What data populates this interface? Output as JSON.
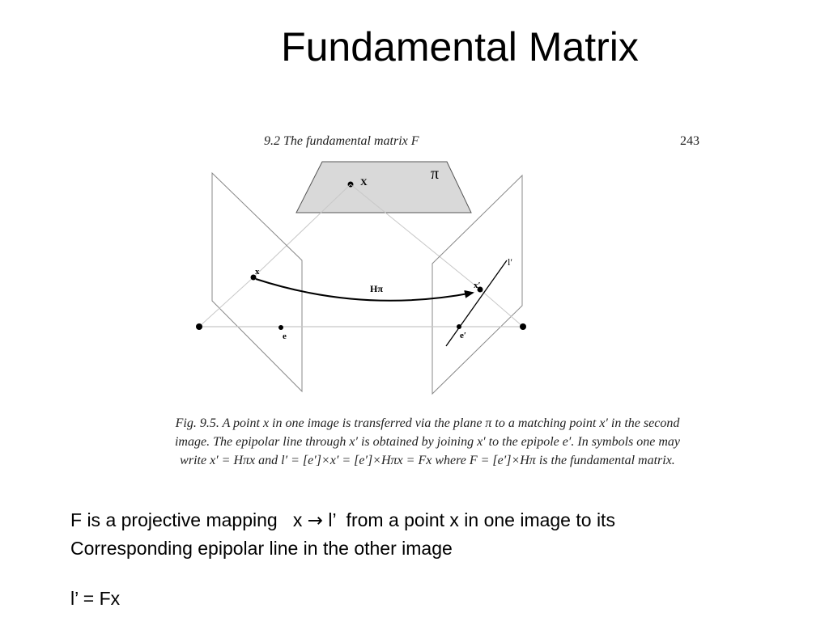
{
  "slide": {
    "title": "Fundamental Matrix"
  },
  "figure": {
    "header_left": "9.2  The fundamental matrix F",
    "header_right": "243",
    "plane_label": "π",
    "point_X_label": "X",
    "point_x_label": "x",
    "point_e_label": "e",
    "point_x_prime_label": "x′",
    "point_e_prime_label": "e′",
    "line_l_prime_label": "l′",
    "homography_label": "Hπ",
    "caption_lines": [
      "Fig. 9.5.  A point x in one image is transferred via the plane π to a matching point x′ in the second",
      "image.  The epipolar line through x′ is obtained by joining x′ to the epipole e′.  In symbols one may",
      "write x′ = Hπx and l′ = [e′]×x′ = [e′]×Hπx = Fx where F = [e′]×Hπ is the fundamental matrix."
    ]
  },
  "body": {
    "line1_a": "F is a projective mapping   x ",
    "line1_arrow": "→",
    "line1_b": " l’  from a point x in one image to its",
    "line2": "Corresponding epipolar line in the other image",
    "line3": "l’ = Fx"
  },
  "colors": {
    "plane_fill": "#d9d9d9",
    "line_color": "#000000",
    "light_line": "#c8c8c8"
  }
}
